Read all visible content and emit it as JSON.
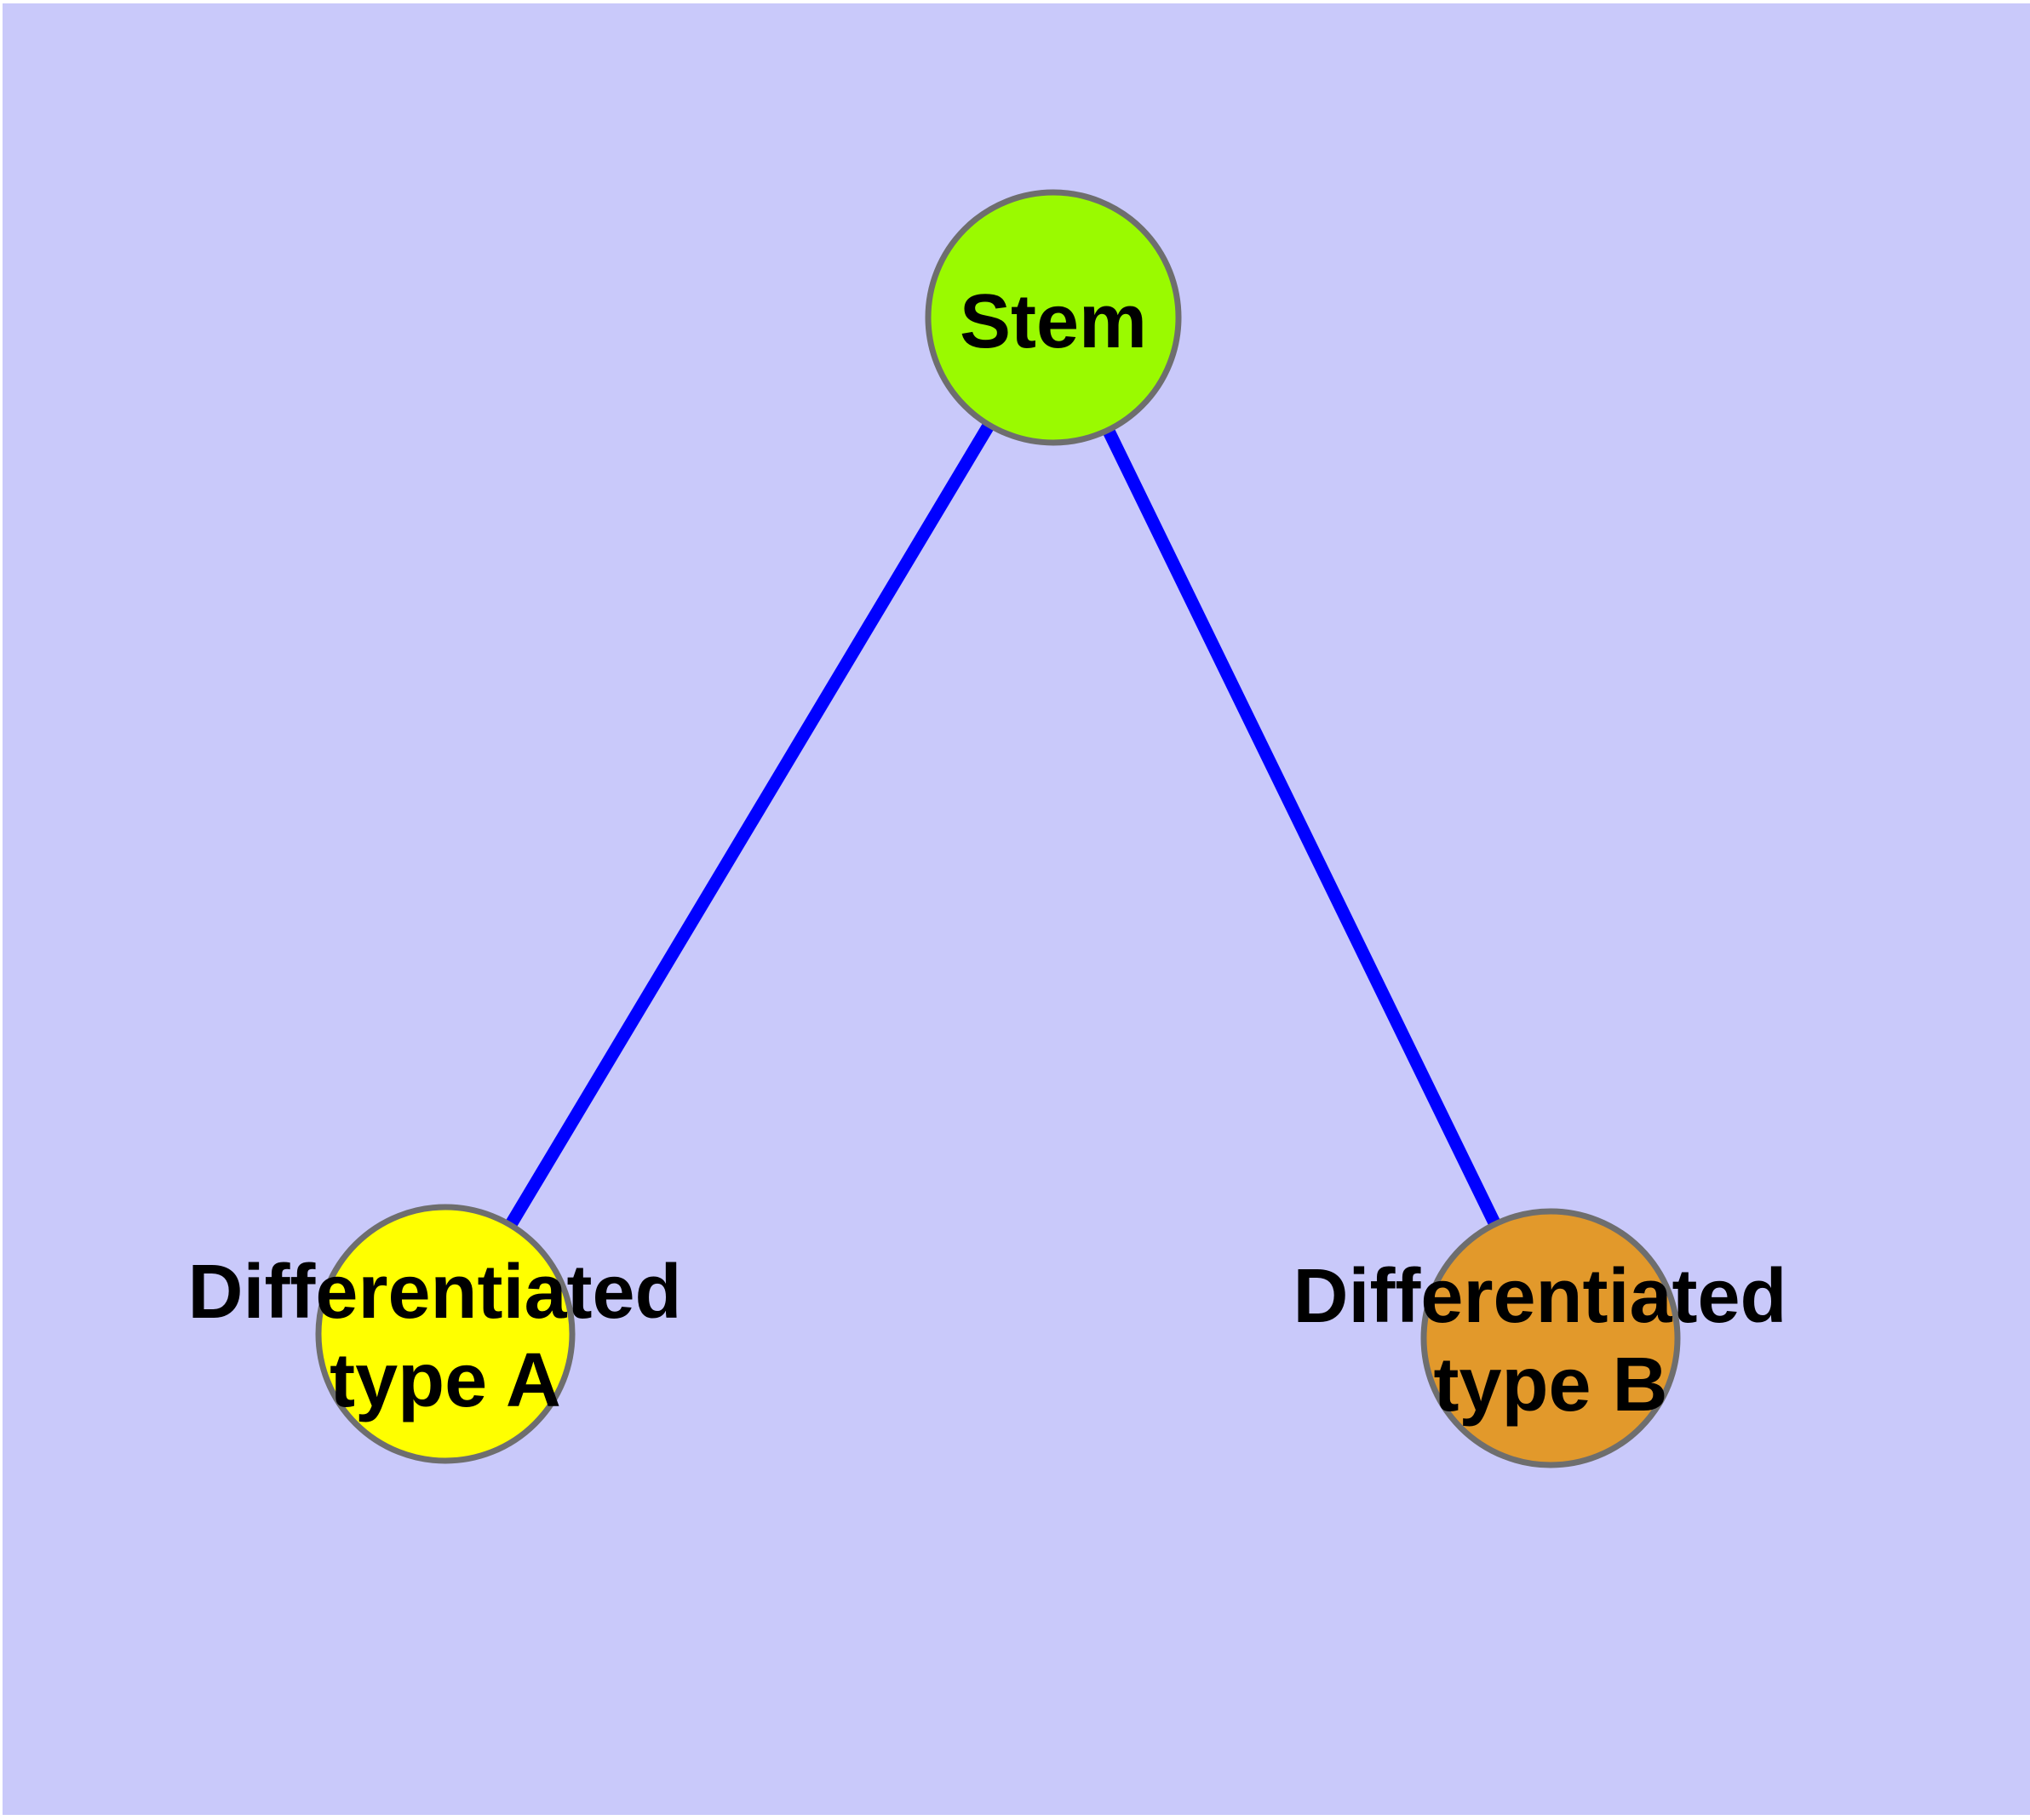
{
  "diagram": {
    "title": "",
    "type": "graph",
    "page_background_color": "#FFFFFF",
    "canvas_color": "#C9C9FA",
    "edge_color": "#0000FF",
    "node_border_color": "#6E6E6E",
    "label_color": "#000000",
    "nodes": {
      "stem": {
        "label": "Stem",
        "color": "#9AFA00"
      },
      "typeA": {
        "label_line1": "Differentiated",
        "label_line2": "type A",
        "color": "#FFFF00"
      },
      "typeB": {
        "label_line1": "Differentiated",
        "label_line2": "type B",
        "color": "#E2992B"
      }
    },
    "edges": [
      {
        "from": "Stem",
        "to": "Differentiated type A"
      },
      {
        "from": "Stem",
        "to": "Differentiated type B"
      }
    ]
  }
}
